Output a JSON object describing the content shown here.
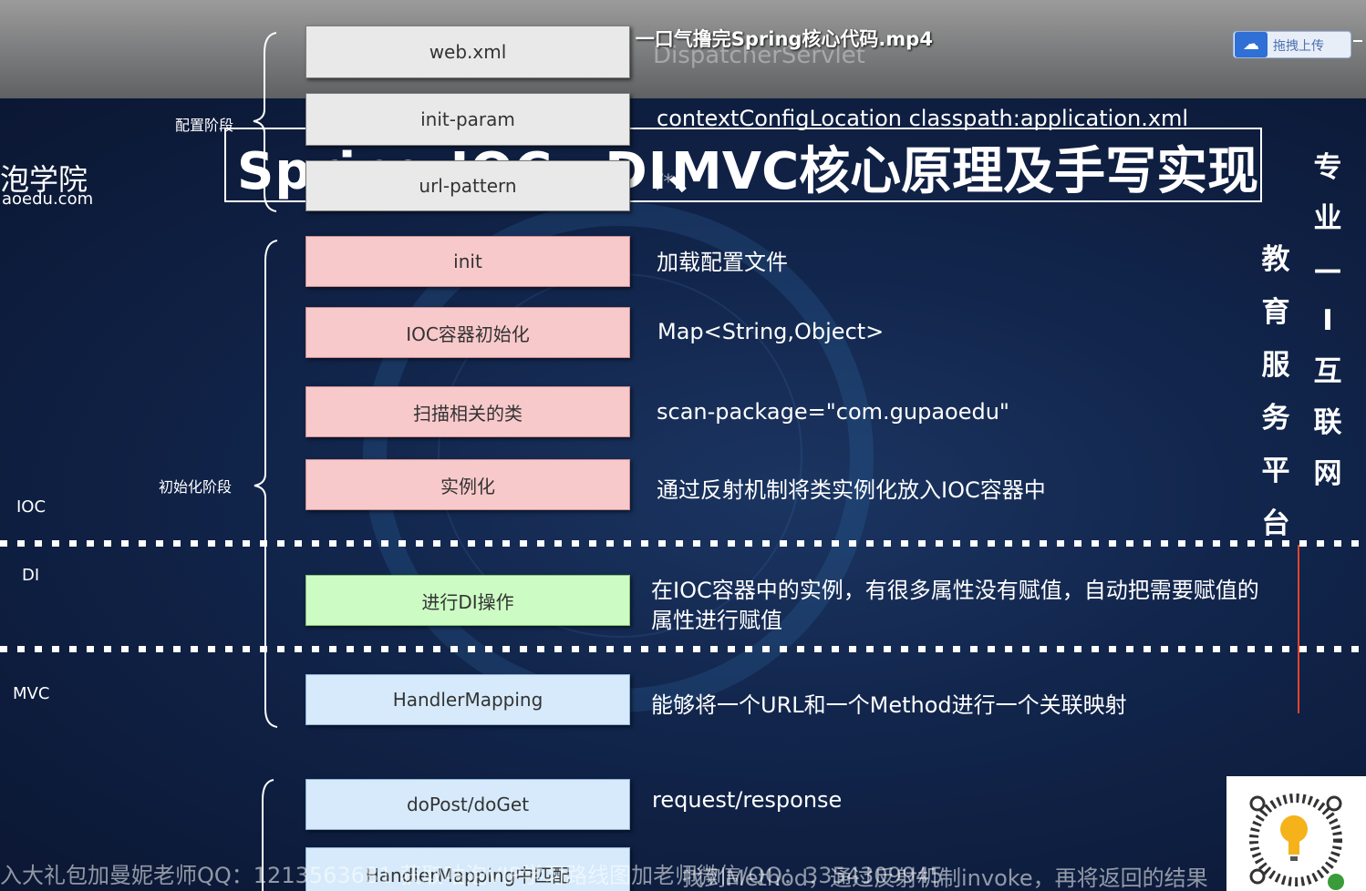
{
  "overlay": {
    "video_title": "Tom_20180730_不复制、不粘贴，一口气撸完Spring核心代码.mp4",
    "upload_label": "拖拽上传"
  },
  "branding": {
    "school_name": "泡学院",
    "school_domain": "aoedu.com",
    "vertical_slogan_left": [
      "教",
      "育",
      "服",
      "务",
      "平",
      "台"
    ],
    "vertical_slogan_right": [
      "专",
      "业",
      "—",
      "I",
      "互",
      "联",
      "网"
    ]
  },
  "heading": {
    "left_text": "Spring IOC、DI、",
    "right_text": "MVC核心原理及手写实现"
  },
  "background_text": {
    "dispatcher": "DispatcherServlet",
    "slash": "/*"
  },
  "stages": {
    "config": "配置阶段",
    "init": "初始化阶段"
  },
  "sections": {
    "ioc": "IOC",
    "di": "DI",
    "mvc": "MVC"
  },
  "steps": [
    {
      "label": "web.xml",
      "desc": ""
    },
    {
      "label": "init-param",
      "desc": "contextConfigLocation  classpath:application.xml"
    },
    {
      "label": "url-pattern",
      "desc": ""
    },
    {
      "label": "init",
      "desc": "加载配置文件"
    },
    {
      "label": "IOC容器初始化",
      "desc": "Map<String,Object>"
    },
    {
      "label": "扫描相关的类",
      "desc": "scan-package=\"com.gupaoedu\""
    },
    {
      "label": "实例化",
      "desc": "通过反射机制将类实例化放入IOC容器中"
    },
    {
      "label": "进行DI操作",
      "desc": "在IOC容器中的实例，有很多属性没有赋值，自动把需要赋值的",
      "desc2": "属性进行赋值"
    },
    {
      "label": "HandlerMapping",
      "desc": "能够将一个URL和一个Method进行一个关联映射"
    },
    {
      "label": "doPost/doGet",
      "desc": "request/response"
    },
    {
      "label": "HandlerMapping中匹配",
      "desc": "找到Method，通过反射机制invoke，再将返回的结果"
    }
  ],
  "ticker": "入大礼包加曼妮老师QQ：1213563681  获取咕泡VIP学习路线图加老师微信/QQ：3354309945"
}
